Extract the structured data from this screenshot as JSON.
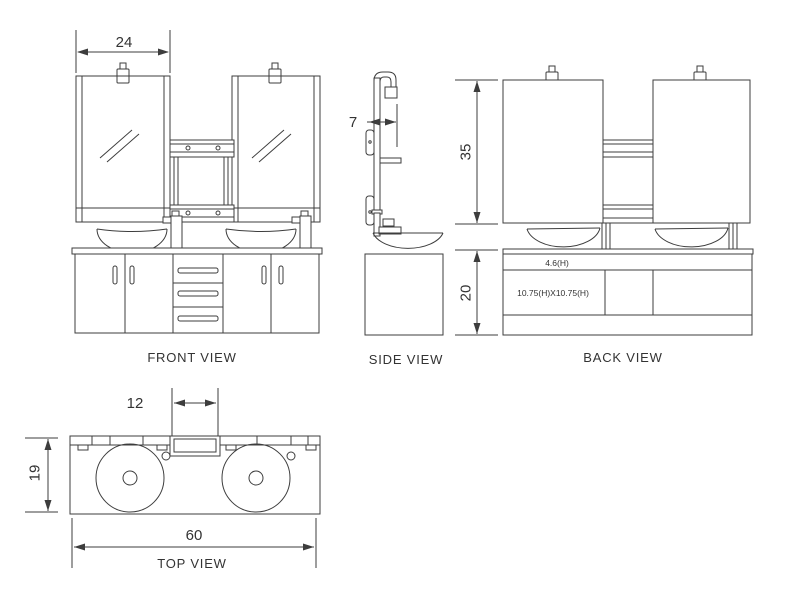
{
  "title": "Bathroom vanity technical drawing",
  "colors": {
    "background": "#ffffff",
    "line": "#3d3d3d",
    "text": "#333333"
  },
  "views": {
    "front": {
      "label": "FRONT VIEW",
      "dim_mirror_width": "24"
    },
    "side": {
      "label": "SIDE VIEW",
      "dim_depth": "7"
    },
    "back": {
      "label": "BACK VIEW",
      "dim_upper_height": "35",
      "dim_cabinet_height": "20",
      "annotation_top_panel": "4.6(H)",
      "annotation_drawer_panel": "10.75(H)X10.75(H)"
    },
    "top": {
      "label": "TOP VIEW",
      "dim_shelf_width": "12",
      "dim_depth": "19",
      "dim_width": "60"
    }
  }
}
